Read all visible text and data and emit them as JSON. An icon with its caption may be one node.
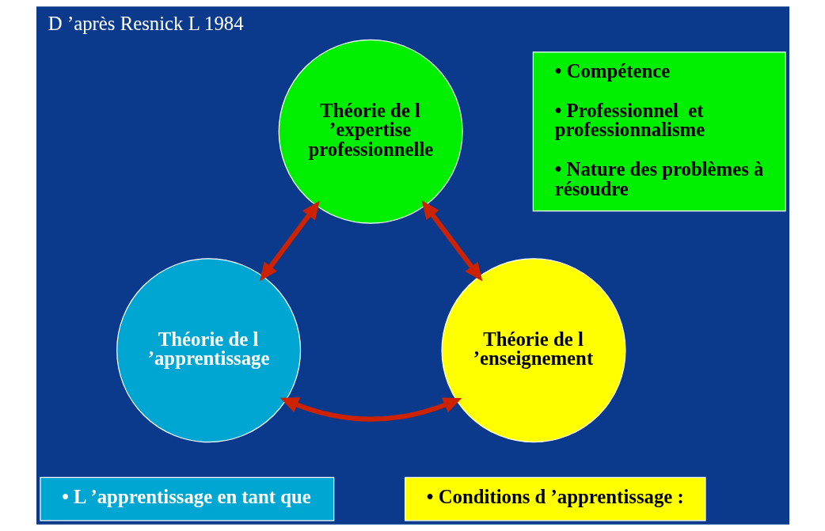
{
  "diagram": {
    "title": "D ’après Resnick L 1984",
    "nodes": [
      {
        "text": [
          "• Compétence",
          "• Professionnel  et professionnalisme",
          "• Nature des problèmes à résoudre"
        ]
      },
      {
        "text": [
          "Théorie de l ’expertise professionnelle"
        ]
      },
      {
        "text": [
          "Théorie de l ’apprentissage"
        ]
      },
      {
        "text": [
          "Théorie de l ’enseignement"
        ]
      },
      {
        "text": [
          "• L ’apprentissage en tant que"
        ]
      },
      {
        "text": [
          "• Conditions d ’apprentissage :"
        ]
      }
    ],
    "edges": [
      {
        "from": 1,
        "to": 2,
        "arrow": "both"
      },
      {
        "from": 1,
        "to": 3,
        "arrow": "both"
      },
      {
        "from": 2,
        "to": 3,
        "arrow": "both"
      }
    ]
  }
}
